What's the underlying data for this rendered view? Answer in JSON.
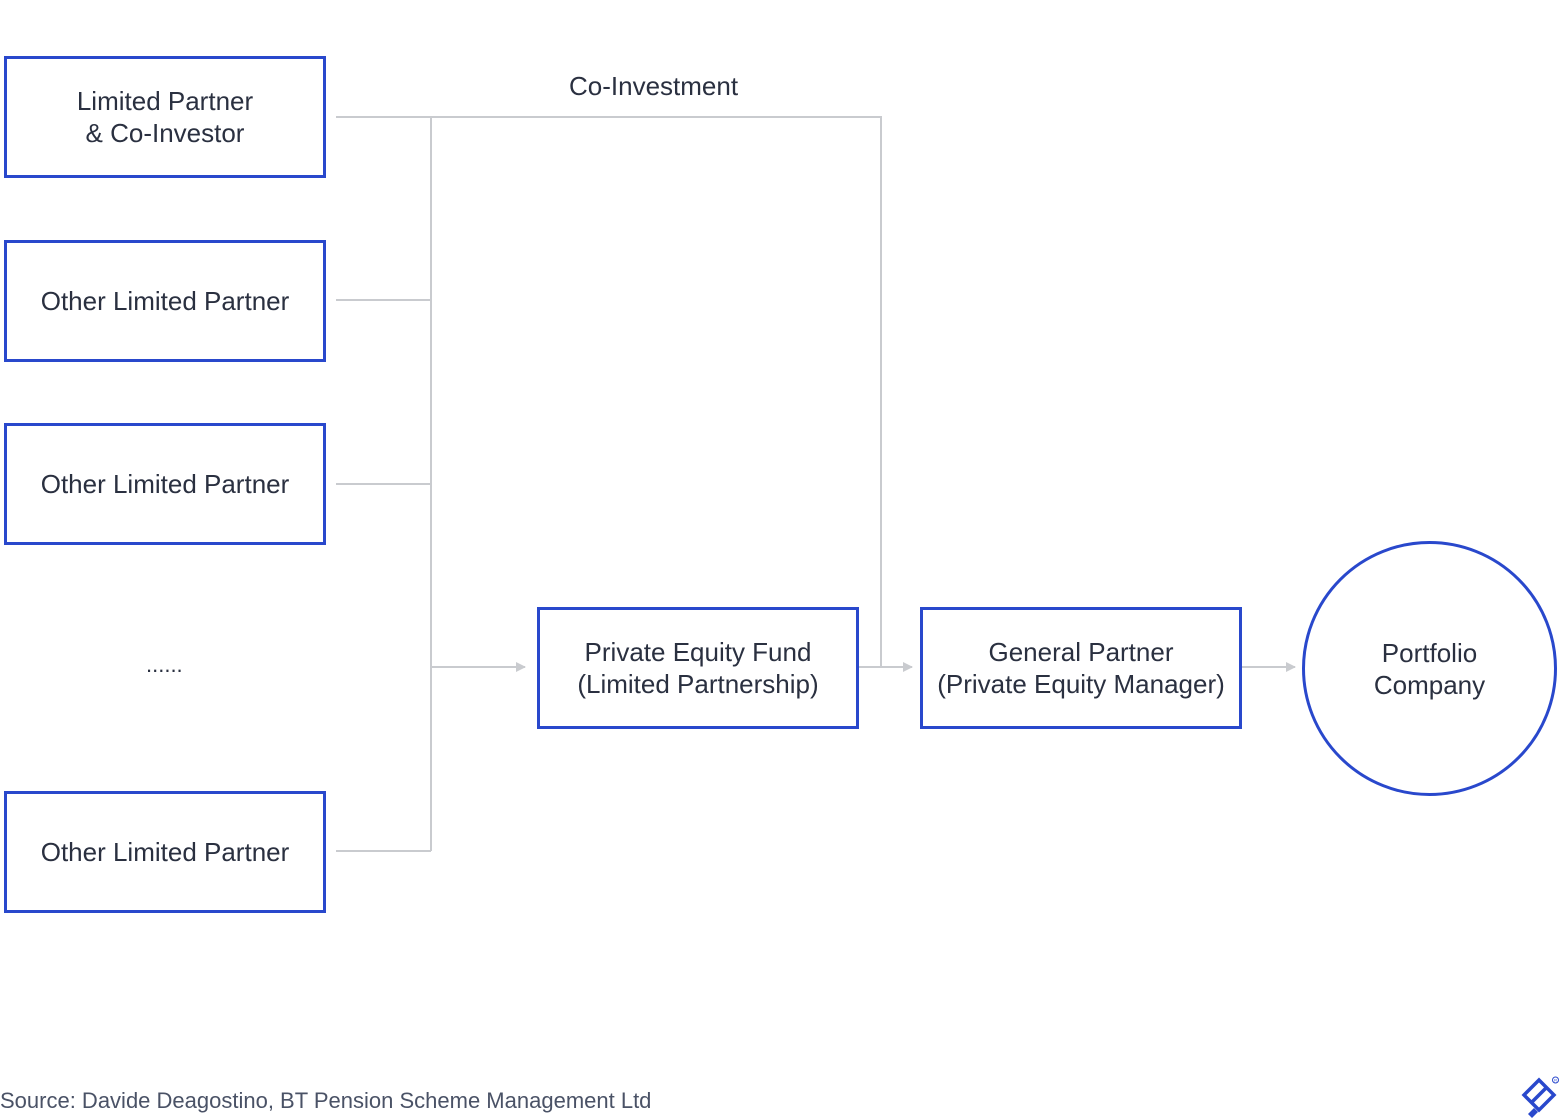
{
  "accent_color": "#2948cc",
  "connector_color": "#c9cbcf",
  "nodes": {
    "lp_coinvestor": {
      "line1": "Limited Partner",
      "line2": "& Co-Investor"
    },
    "other_lp_1": {
      "label": "Other Limited Partner"
    },
    "other_lp_2": {
      "label": "Other Limited Partner"
    },
    "ellipsis": {
      "label": "......"
    },
    "other_lp_3": {
      "label": "Other Limited Partner"
    },
    "pe_fund": {
      "line1": "Private Equity Fund",
      "line2": "(Limited Partnership)"
    },
    "general_partner": {
      "line1": "General Partner",
      "line2": "(Private Equity Manager)"
    },
    "portfolio_company": {
      "line1": "Portfolio",
      "line2": "Company"
    }
  },
  "edge_labels": {
    "co_investment": "Co-Investment"
  },
  "source": "Source: Davide Deagostino, BT Pension Scheme Management Ltd",
  "logo_icon": "toptal-logo-icon"
}
